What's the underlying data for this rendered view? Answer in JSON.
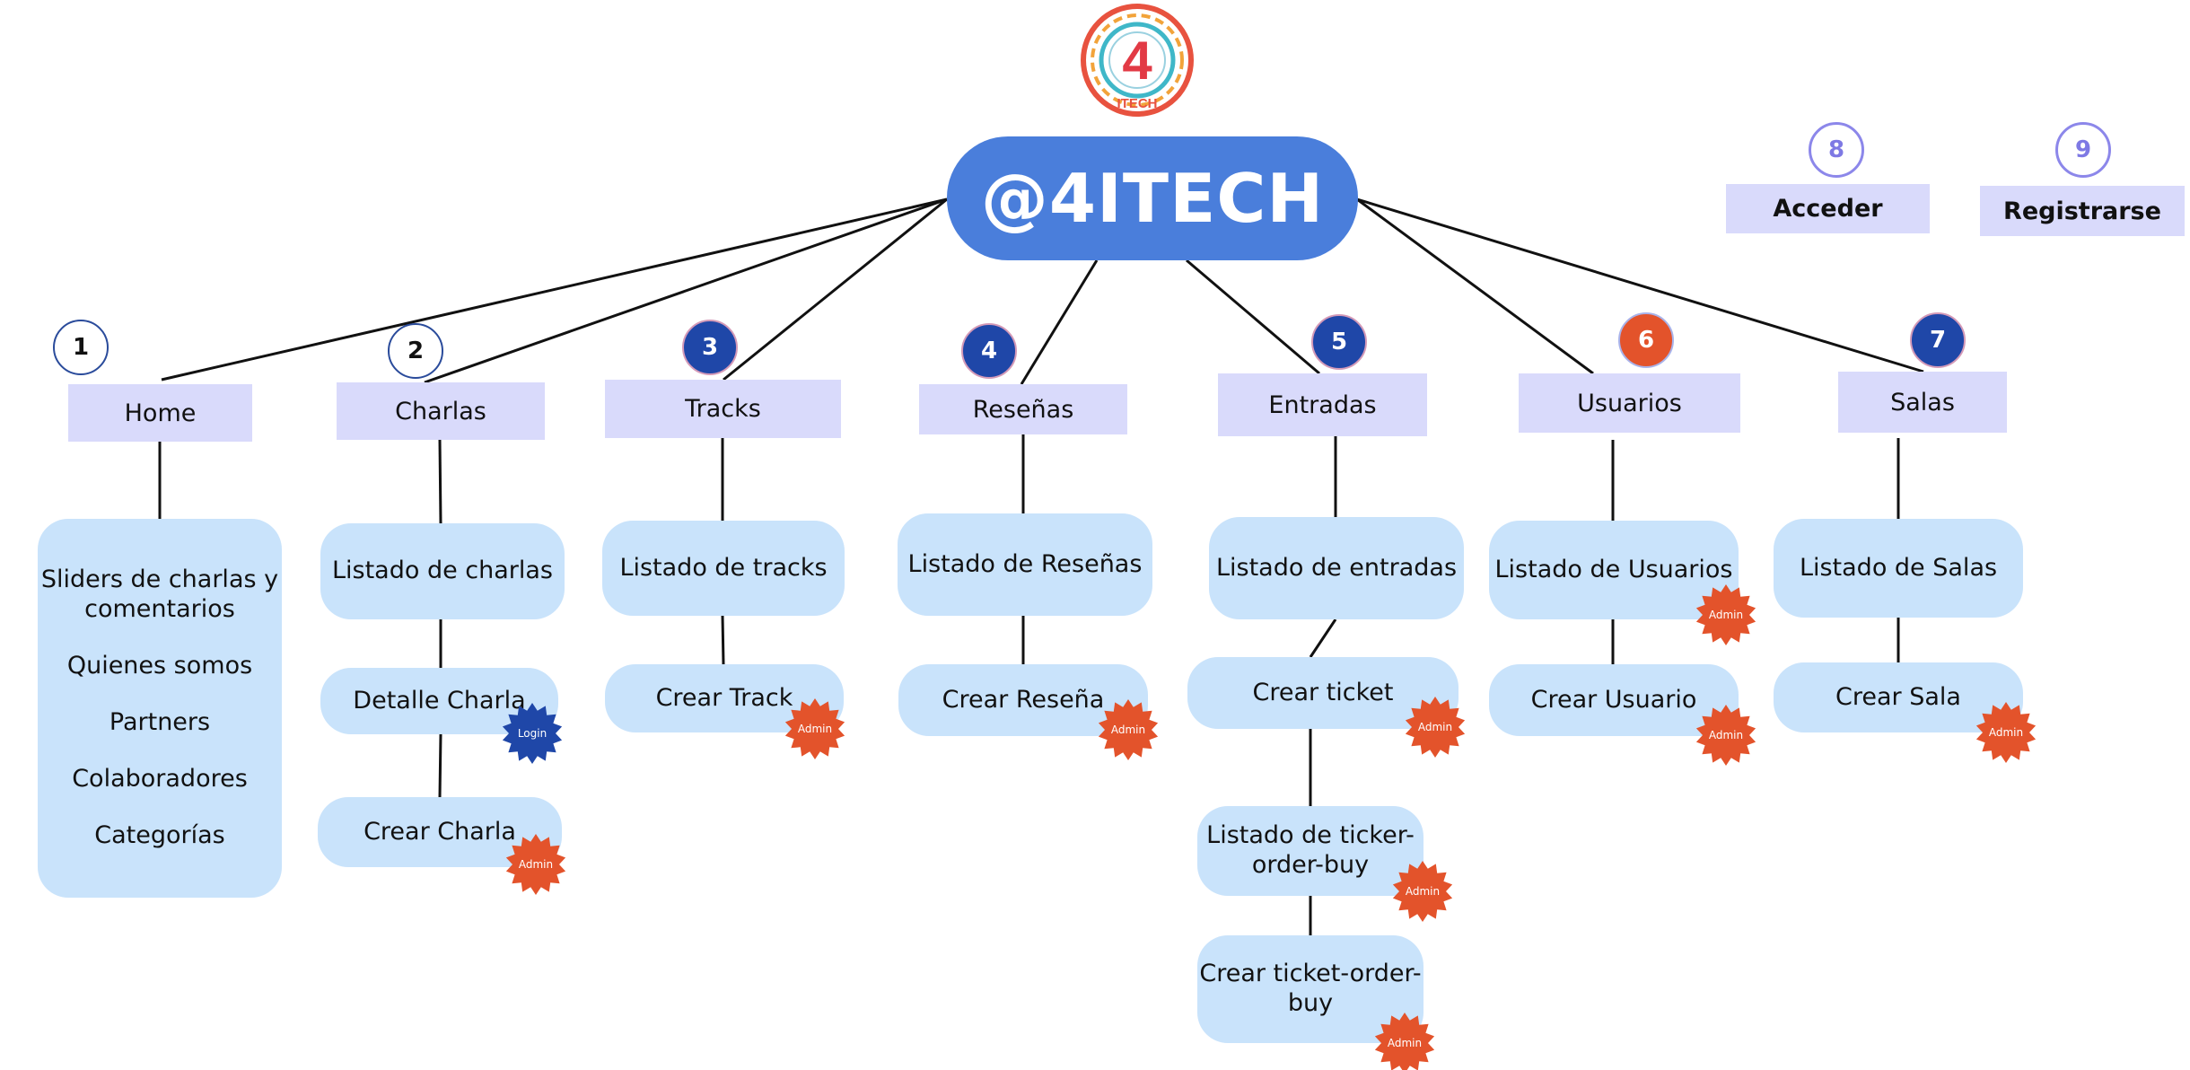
{
  "root": {
    "label": "@4ITECH"
  },
  "logo": {
    "digit": "4",
    "word": "ITECH"
  },
  "sections": [
    {
      "number": "1",
      "label": "Home"
    },
    {
      "number": "2",
      "label": "Charlas"
    },
    {
      "number": "3",
      "label": "Tracks"
    },
    {
      "number": "4",
      "label": "Reseñas"
    },
    {
      "number": "5",
      "label": "Entradas"
    },
    {
      "number": "6",
      "label": "Usuarios"
    },
    {
      "number": "7",
      "label": "Salas"
    }
  ],
  "auth": [
    {
      "number": "8",
      "label": "Acceder"
    },
    {
      "number": "9",
      "label": "Registrarse"
    }
  ],
  "home_items": [
    "Sliders de charlas y comentarios",
    "Quienes somos",
    "Partners",
    "Colaboradores",
    "Categorías"
  ],
  "pages": {
    "charlas_list": "Listado de charlas",
    "charlas_detail": "Detalle Charla",
    "charlas_create": "Crear Charla",
    "tracks_list": "Listado de tracks",
    "tracks_create": "Crear Track",
    "resenas_list": "Listado de Reseñas",
    "resenas_create": "Crear Reseña",
    "entradas_list": "Listado de entradas",
    "entradas_create": "Crear ticket",
    "entradas_order_list": "Listado de ticker-order-buy",
    "entradas_order_create": "Crear ticket-order-buy",
    "usuarios_list": "Listado de Usuarios",
    "usuarios_create": "Crear Usuario",
    "salas_list": "Listado de Salas",
    "salas_create": "Crear Sala"
  },
  "badges": {
    "admin": "Admin",
    "login": "Login"
  },
  "colors": {
    "root": "#4a7edb",
    "section": "#d9dafb",
    "page": "#c9e3fb",
    "admin_badge": "#e3532b",
    "login_badge": "#1f47a8",
    "number_blue": "#1f47a8",
    "number_orange": "#e3532b",
    "number_lavender": "#8c87ea"
  }
}
